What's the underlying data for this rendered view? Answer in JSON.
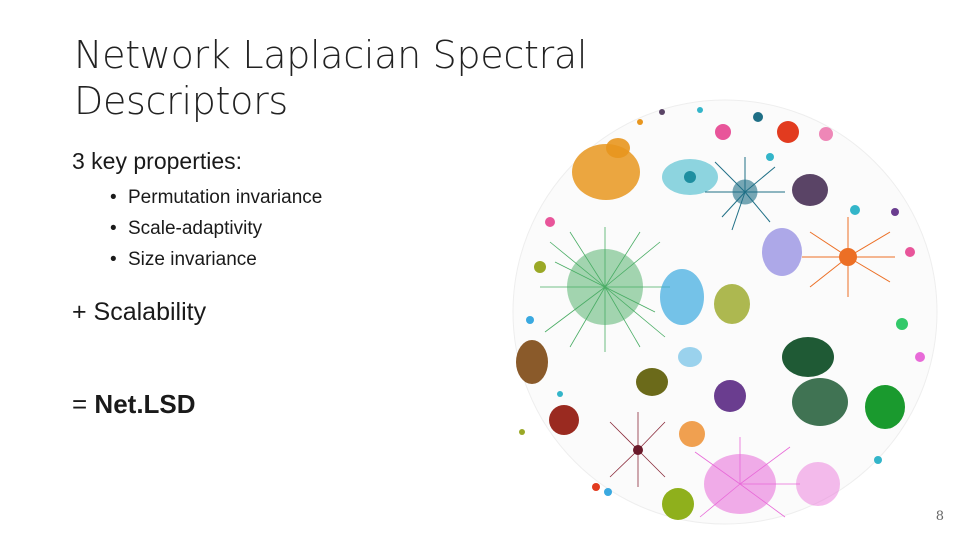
{
  "slide": {
    "title_line1": "Network Laplacian Spectral",
    "title_line2": "Descriptors",
    "lead": "3 key properties:",
    "bullet_char": "•",
    "bullets": [
      "Permutation invariance",
      "Scale-adaptivity",
      "Size invariance"
    ],
    "plus_line": "+ Scalability",
    "equals_prefix": "= ",
    "equals_term": "Net.LSD",
    "page_number": "8"
  },
  "graph_clusters": [
    {
      "name": "orange-cluster",
      "color": "#e8961e"
    },
    {
      "name": "cyan-cluster",
      "color": "#33b5c9"
    },
    {
      "name": "teal-cluster",
      "color": "#1f6f86"
    },
    {
      "name": "dark-purple-cluster",
      "color": "#5a4466"
    },
    {
      "name": "red-cluster",
      "color": "#e23b1f"
    },
    {
      "name": "green-star-cluster",
      "color": "#2a9f4a"
    },
    {
      "name": "sky-blue-cluster",
      "color": "#3aa9e0"
    },
    {
      "name": "olive-cluster",
      "color": "#9aa826"
    },
    {
      "name": "lavender-cluster",
      "color": "#9a94e3"
    },
    {
      "name": "orange-star-cluster",
      "color": "#ec6f25"
    },
    {
      "name": "brown-cluster",
      "color": "#8a5a2a"
    },
    {
      "name": "olive-dark-cluster",
      "color": "#6b6a1a"
    },
    {
      "name": "purple-cluster",
      "color": "#6a3d8f"
    },
    {
      "name": "dark-green-cluster",
      "color": "#1f5a35"
    },
    {
      "name": "green-cluster",
      "color": "#1a9a2e"
    },
    {
      "name": "maroon-cluster",
      "color": "#9a2a20"
    },
    {
      "name": "peach-cluster",
      "color": "#f0a050"
    },
    {
      "name": "magenta-cluster",
      "color": "#e86ad8"
    },
    {
      "name": "lime-cluster",
      "color": "#8fb01c"
    },
    {
      "name": "pink-cluster",
      "color": "#e8559a"
    }
  ]
}
